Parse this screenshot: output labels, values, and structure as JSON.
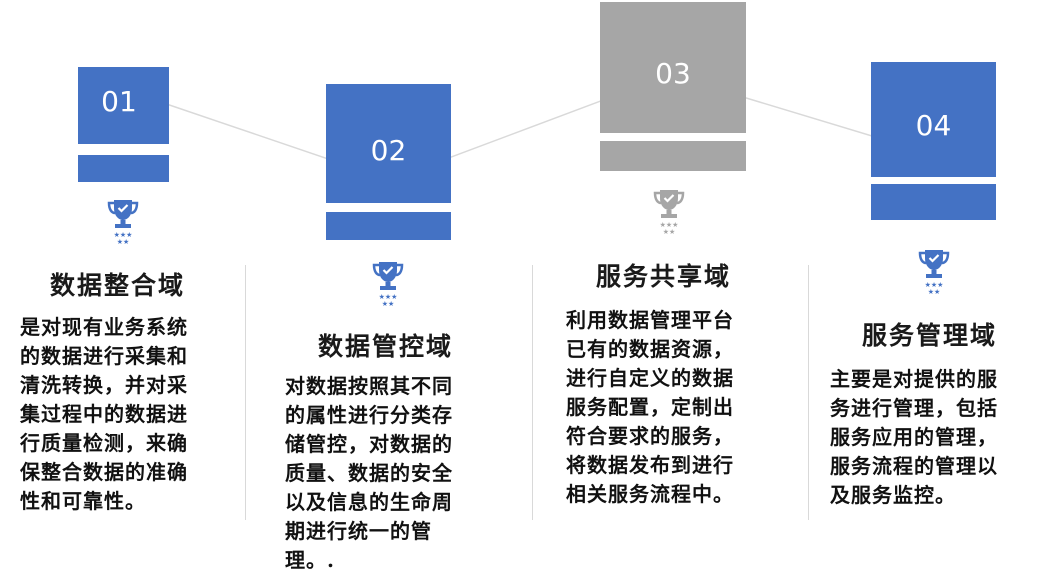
{
  "colors": {
    "blue": "#4472C4",
    "gray": "#A6A6A6",
    "connector": "#d9d9d9"
  },
  "steps": [
    {
      "number": "01",
      "title": "数据整合域",
      "description": "是对现有业务系统\n的数据进行采集和\n清洗转换，并对采\n集过程中的数据进\n行质量检测，来确\n保整合数据的准确\n性和可靠性。",
      "color": "blue",
      "icon": "trophy-icon"
    },
    {
      "number": "02",
      "title": "数据管控域",
      "description": "对数据按照其不同\n的属性进行分类存\n储管控，对数据的\n质量、数据的安全\n以及信息的生命周\n期进行统一的管\n理。.",
      "color": "blue",
      "icon": "trophy-icon"
    },
    {
      "number": "03",
      "title": "服务共享域",
      "description": "利用数据管理平台\n已有的数据资源，\n进行自定义的数据\n服务配置，定制出\n符合要求的服务，\n将数据发布到进行\n相关服务流程中。",
      "color": "gray",
      "icon": "trophy-icon"
    },
    {
      "number": "04",
      "title": "服务管理域",
      "description": "主要是对提供的服\n务进行管理，包括\n服务应用的管理，\n服务流程的管理以\n及服务监控。",
      "color": "blue",
      "icon": "trophy-icon"
    }
  ]
}
